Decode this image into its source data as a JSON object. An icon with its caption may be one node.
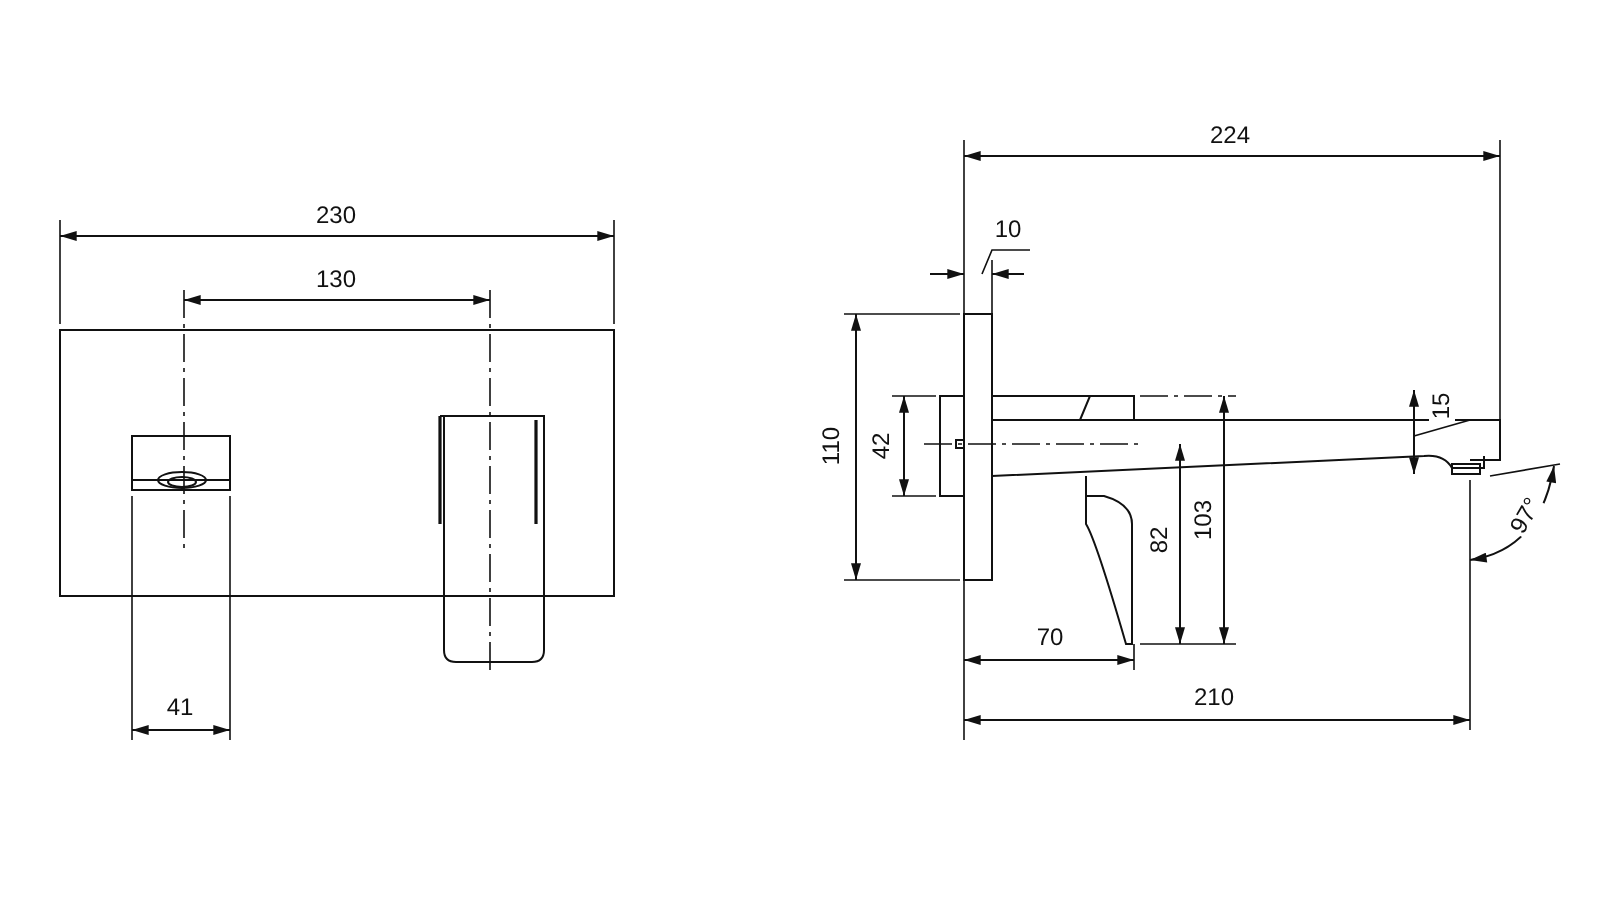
{
  "diagram": {
    "labels": [
      "230",
      "130",
      "41",
      "224",
      "10",
      "110",
      "42",
      "15",
      "103",
      "82",
      "97°",
      "70",
      "210"
    ]
  }
}
